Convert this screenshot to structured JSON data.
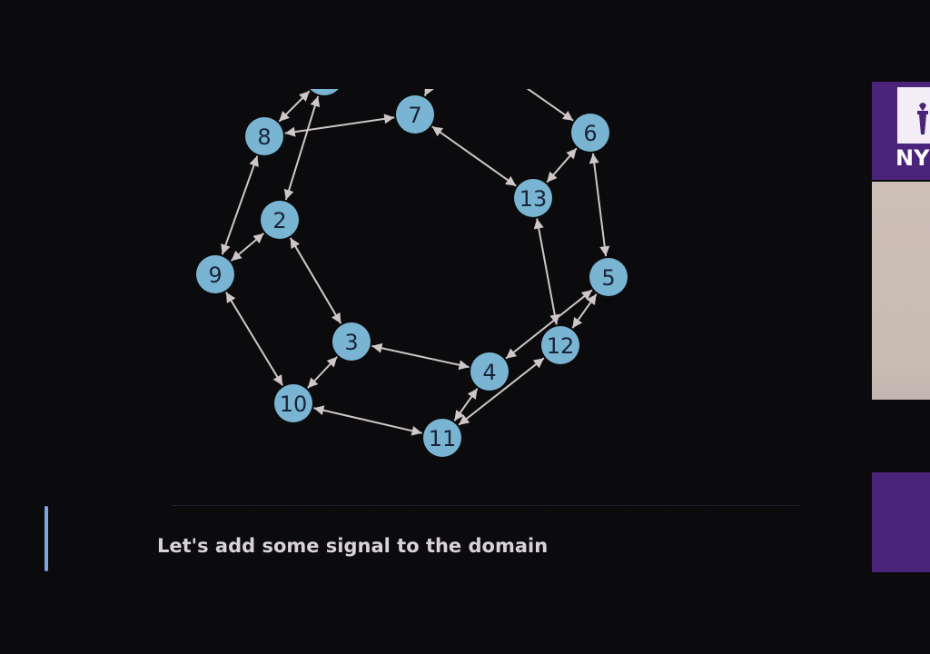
{
  "caption": {
    "text": "Let's add some signal to the domain"
  },
  "graph": {
    "node_color": "#79b5d3",
    "edge_color": "#cfc7c7",
    "label_color": "#1a2338",
    "nodes": [
      {
        "id": "1",
        "label": ""
      },
      {
        "id": "2",
        "label": "2"
      },
      {
        "id": "3",
        "label": "3"
      },
      {
        "id": "4",
        "label": "4"
      },
      {
        "id": "5",
        "label": "5"
      },
      {
        "id": "6",
        "label": "6"
      },
      {
        "id": "7",
        "label": "7"
      },
      {
        "id": "8",
        "label": "8"
      },
      {
        "id": "9",
        "label": "9"
      },
      {
        "id": "10",
        "label": "10"
      },
      {
        "id": "11",
        "label": "11"
      },
      {
        "id": "12",
        "label": "12"
      },
      {
        "id": "13",
        "label": "13"
      }
    ],
    "edges": [
      [
        "1",
        "8"
      ],
      [
        "1",
        "2"
      ],
      [
        "8",
        "7"
      ],
      [
        "8",
        "9"
      ],
      [
        "7",
        "13"
      ],
      [
        "6",
        "13"
      ],
      [
        "6",
        "5"
      ],
      [
        "2",
        "9"
      ],
      [
        "2",
        "3"
      ],
      [
        "9",
        "10"
      ],
      [
        "3",
        "10"
      ],
      [
        "3",
        "4"
      ],
      [
        "10",
        "11"
      ],
      [
        "4",
        "11"
      ],
      [
        "4",
        "5"
      ],
      [
        "11",
        "12"
      ],
      [
        "12",
        "5"
      ],
      [
        "12",
        "13"
      ]
    ]
  },
  "side_panel": {
    "logo_text": "NY",
    "brand_color": "#4b237a",
    "torch_icon": "torch-icon"
  }
}
